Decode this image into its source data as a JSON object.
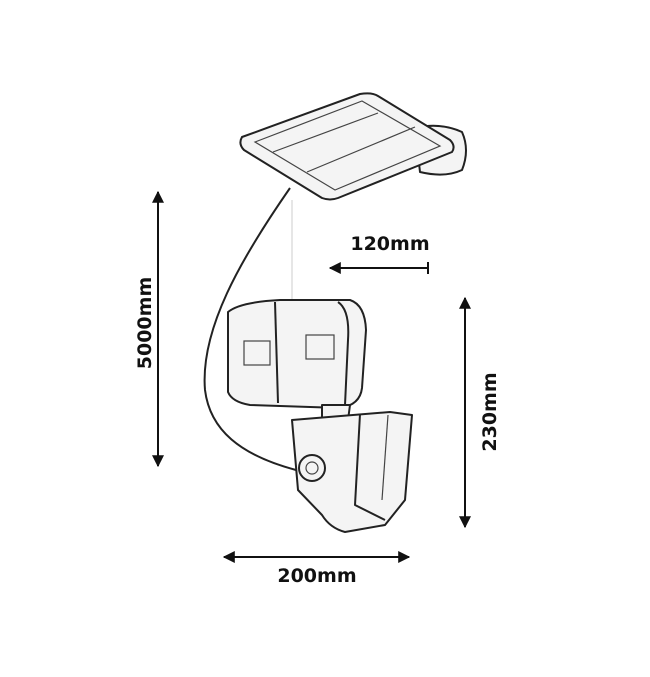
{
  "dimensions": {
    "height_total": "5000mm",
    "depth": "120mm",
    "height_lamp": "230mm",
    "width": "200mm"
  },
  "colors": {
    "line": "#222222",
    "background": "#ffffff"
  }
}
